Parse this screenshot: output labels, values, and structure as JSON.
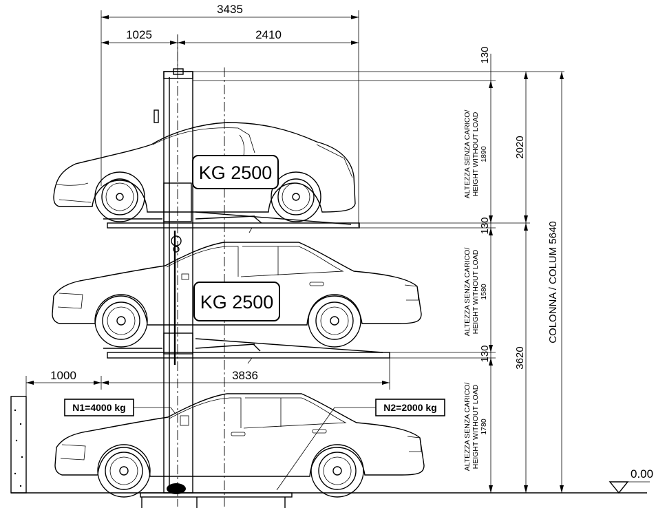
{
  "dimensions": {
    "overall_width": "3435",
    "left_offset": "1025",
    "right_span": "2410",
    "wall_distance": "1000",
    "platform_length": "3836",
    "top_gap": "130",
    "upper_gap": "130",
    "middle_gap": "130",
    "upper_level_height": "2020",
    "lower_levels_height": "3620",
    "column_height": "COLONNA / COLUM 5640",
    "ground_level": "0.00"
  },
  "levels": [
    {
      "height_label": "ALTEZZA SENZA CARICO/",
      "height_label_en": "HEIGHT WITHOUT LOAD",
      "height_value": "1890",
      "capacity": "KG 2500"
    },
    {
      "height_label": "ALTEZZA SENZA CARICO/",
      "height_label_en": "HEIGHT WITHOUT LOAD",
      "height_value": "1580",
      "capacity": "KG 2500"
    },
    {
      "height_label": "ALTEZZA SENZA CARICO/",
      "height_label_en": "HEIGHT WITHOUT LOAD",
      "height_value": "1780"
    }
  ],
  "loads": {
    "n1": "N1=4000 kg",
    "n2": "N2=2000 kg"
  }
}
